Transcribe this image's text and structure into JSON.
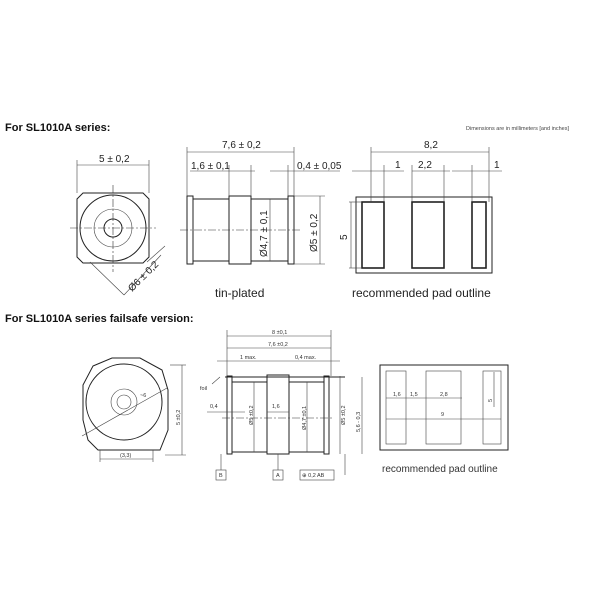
{
  "section1": {
    "heading": "For SL1010A series:",
    "units_note": "Dimensions are in millimeters [and    inches]",
    "front_view": {
      "width": "5 ± 0,2",
      "diameter": "Ø6 ± 0,2"
    },
    "side_view": {
      "length": "7,6 ± 0,2",
      "band": "1,6 ± 0,1",
      "flange": "0,4 ± 0,05",
      "inner_diameter": "Ø4,7 ± 0,1",
      "outer_diameter": "Ø5 ± 0,2",
      "caption": "tin-plated"
    },
    "pad_outline": {
      "total": "8,2",
      "pad_left": "1",
      "pad_center": "2,2",
      "pad_right": "1",
      "height": "5",
      "caption": "recommended pad outline"
    }
  },
  "section2": {
    "heading": "For SL1010A series failsafe version:",
    "front_view": {
      "diameter": "~6",
      "height": "5 ±0,2",
      "width": "(3,3)"
    },
    "side_view": {
      "overall": "8 ±0,1",
      "length": "7,6 ±0,2",
      "left_max": "1 max.",
      "right_max": "0,4 max.",
      "foil": "foil",
      "flange": "0,4",
      "band": "1,6",
      "d1": "Ø5 ±0,2",
      "d2": "Ø4,7 ±0,1",
      "d3": "Ø5 ±0,2",
      "height": "5,6 - 0,3",
      "datum_b": "B",
      "datum_a": "A",
      "tolerance": "⊕ 0,2 AB"
    },
    "pad_outline": {
      "p1": "1,6",
      "p2": "1,5",
      "p3": "2,8",
      "height": "5",
      "total": "9",
      "caption": "recommended pad outline"
    }
  }
}
